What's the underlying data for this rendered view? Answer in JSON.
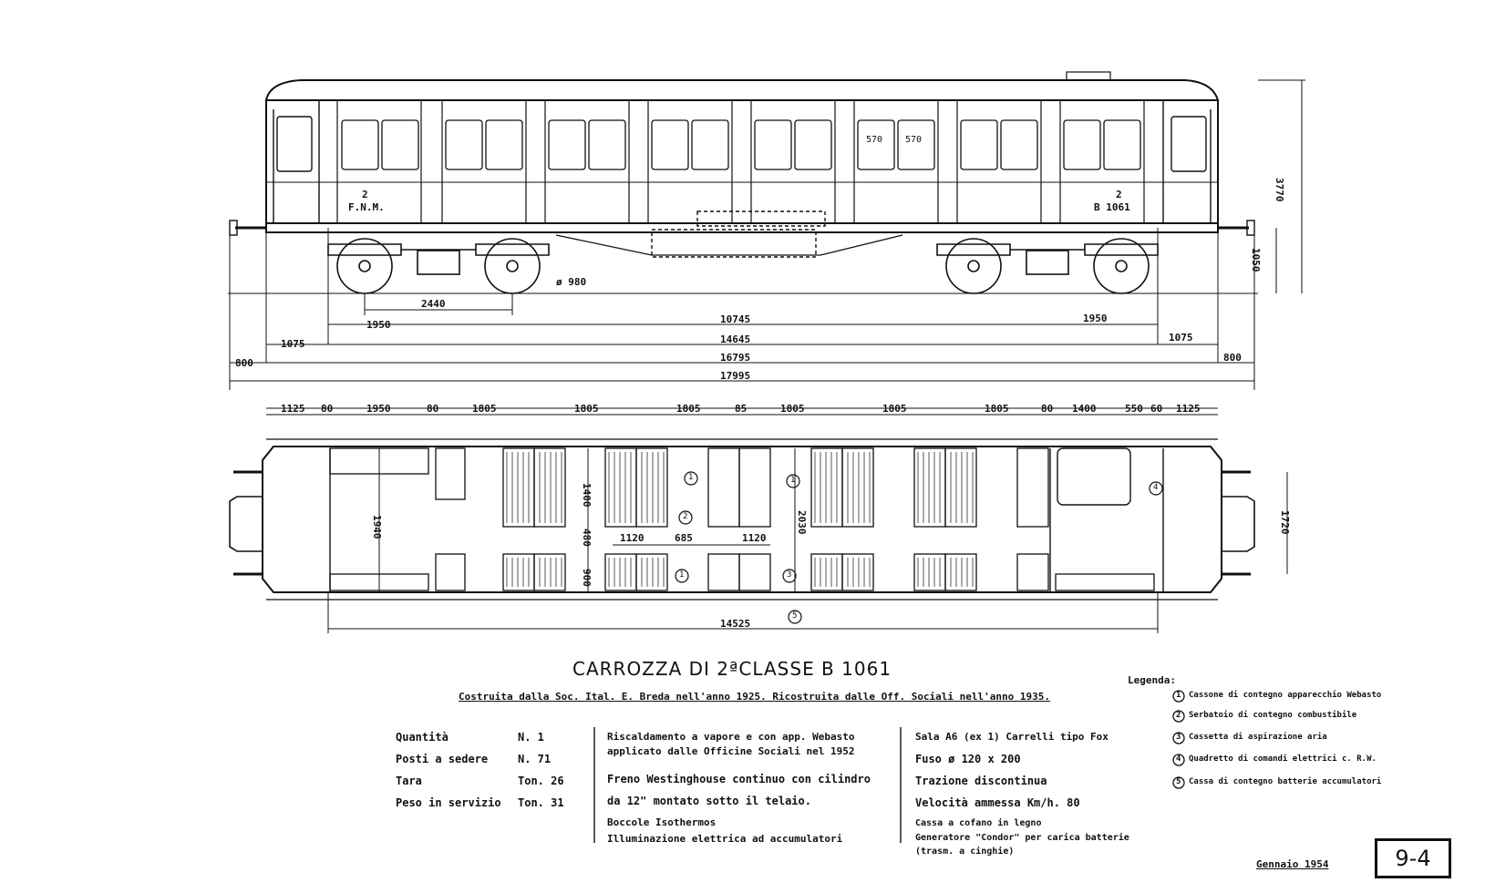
{
  "drawing": {
    "title": "CARROZZA DI 2ªCLASSE   B 1061",
    "subtitle": "Costruita  dalla  Soc. Ital. E. Breda  nell'anno 1925.  Ricostruita  dalle Off. Sociali  nell'anno 1935.",
    "date": "Gennaio 1954",
    "sheet": "9-4"
  },
  "car_markings": {
    "left_class": "2",
    "left_owner": "F.N.M.",
    "right_class": "2",
    "right_number": "B 1061",
    "window_dim_1": "570",
    "window_dim_2": "570",
    "wheel_diameter": "ø 980"
  },
  "elevation_dims": {
    "bogie_wheelbase": "2440",
    "left_1950": "1950",
    "right_1950": "1950",
    "bogie_centers": "10745",
    "overhang_left": "1075",
    "overhang_right": "1075",
    "body_length": "14645",
    "over_headstocks": "16795",
    "buffer_left": "800",
    "buffer_right": "800",
    "over_buffers": "17995",
    "height": "3770",
    "floor_height": "1050"
  },
  "plan_dims": {
    "top_row": [
      "1125",
      "80",
      "1950",
      "80",
      "1805",
      "1805",
      "1805",
      "85",
      "1805",
      "1805",
      "1805",
      "80",
      "1400",
      "550",
      "60",
      "1125"
    ],
    "width_left": "1940",
    "width_inner": "2030",
    "width_right": "1720",
    "seat_1400": "1400",
    "aisle_480": "480",
    "seat_900": "900",
    "d1120a": "1120",
    "d685": "685",
    "d1120b": "1120",
    "total_inner": "14525",
    "callouts": [
      "1",
      "1",
      "1",
      "2",
      "3",
      "4",
      "5"
    ]
  },
  "specs_left": [
    {
      "label": "Quantità",
      "value": "N. 1"
    },
    {
      "label": "Posti a sedere",
      "value": "N. 71"
    },
    {
      "label": "Tara",
      "value": "Ton. 26"
    },
    {
      "label": "Peso in servizio",
      "value": "Ton. 31"
    }
  ],
  "specs_mid": [
    "Riscaldamento a vapore e con app. Webasto",
    "applicato dalle Officine Sociali nel 1952",
    "Freno Westinghouse continuo con cilindro",
    "da 12\" montato sotto il telaio.",
    "Boccole Isothermos",
    "Illuminazione elettrica ad accumulatori"
  ],
  "specs_right": [
    "Sala A6 (ex 1) Carrelli tipo Fox",
    "Fuso  ø 120 x 200",
    "Trazione  discontinua",
    "Velocità  ammessa  Km/h. 80",
    "Cassa a cofano in legno",
    "Generatore \"Condor\" per carica batterie",
    "(trasm. a cinghie)"
  ],
  "legend": {
    "heading": "Legenda:",
    "items": [
      {
        "num": "1",
        "text": "Cassone di contegno apparecchio Webasto"
      },
      {
        "num": "2",
        "text": "Serbatoio di contegno combustibile"
      },
      {
        "num": "3",
        "text": "Cassetta di aspirazione aria"
      },
      {
        "num": "4",
        "text": "Quadretto di comandi elettrici c. R.W."
      },
      {
        "num": "5",
        "text": "Cassa di contegno batterie accumulatori"
      }
    ]
  }
}
